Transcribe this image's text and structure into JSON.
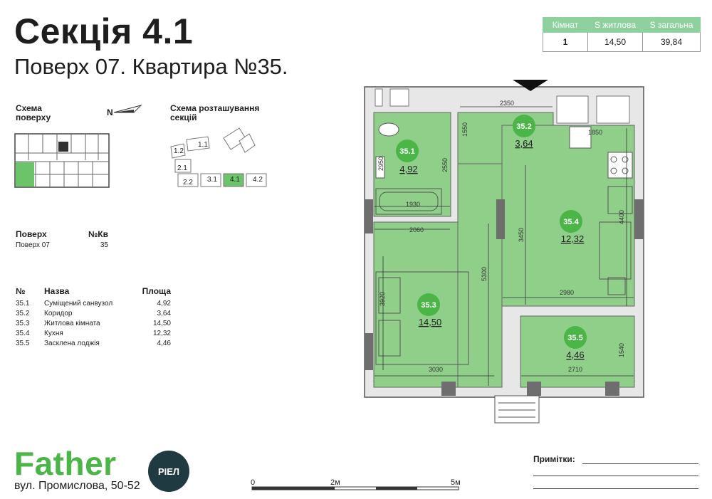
{
  "header": {
    "title": "Секція 4.1",
    "subtitle": "Поверх 07. Квартира №35."
  },
  "summary": {
    "headers": [
      "Кімнат",
      "S житлова",
      "S загальна"
    ],
    "values": [
      "1",
      "14,50",
      "39,84"
    ]
  },
  "schemes": {
    "top_label": "Схема поверху",
    "north": "N",
    "sections_label": "Схема розташування секцій",
    "sections": [
      "1.2",
      "1.1",
      "2.1",
      "2.2",
      "3.1",
      "4.1",
      "4.2"
    ],
    "active_section": "4.1"
  },
  "floor_info": {
    "headers": [
      "Поверх",
      "№Кв"
    ],
    "values": [
      "Поверх 07",
      "35"
    ]
  },
  "rooms": {
    "headers": [
      "№",
      "Назва",
      "Площа"
    ],
    "rows": [
      {
        "num": "35.1",
        "name": "Суміщений санвузол",
        "area": "4,92"
      },
      {
        "num": "35.2",
        "name": "Коридор",
        "area": "3,64"
      },
      {
        "num": "35.3",
        "name": "Житлова кімната",
        "area": "14,50"
      },
      {
        "num": "35.4",
        "name": "Кухня",
        "area": "12,32"
      },
      {
        "num": "35.5",
        "name": "Засклена лоджія",
        "area": "4,46"
      }
    ]
  },
  "plan": {
    "rooms": [
      {
        "id": "35.1",
        "area": "4,92"
      },
      {
        "id": "35.2",
        "area": "3,64"
      },
      {
        "id": "35.3",
        "area": "14,50"
      },
      {
        "id": "35.4",
        "area": "12,32"
      },
      {
        "id": "35.5",
        "area": "4,46"
      }
    ],
    "dims": [
      "2350",
      "1550",
      "1850",
      "2950",
      "2550",
      "1930",
      "2060",
      "3450",
      "4400",
      "5300",
      "3920",
      "2980",
      "3030",
      "2710",
      "1540"
    ]
  },
  "brand": {
    "name": "Father",
    "badge": "РІЕЛ",
    "address": "вул. Промислова, 50-52",
    "color": "#4bb548"
  },
  "notes": {
    "label": "Примітки:"
  },
  "scale": {
    "labels": [
      "0",
      "2м",
      "5м"
    ]
  },
  "colors": {
    "room_fill": "#8fcf8a",
    "accent": "#4bb548",
    "wall": "#6e6e6e"
  }
}
